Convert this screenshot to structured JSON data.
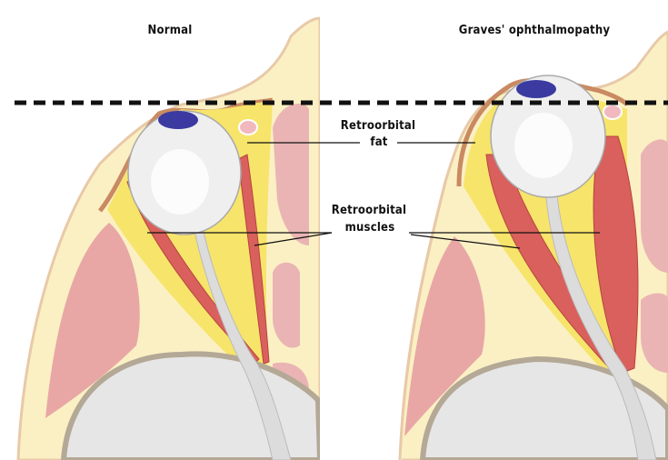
{
  "panels": {
    "left_title": "Normal",
    "right_title": "Graves' ophthalmopathy"
  },
  "labels": {
    "fat_line1": "Retroorbital",
    "fat_line2": "fat",
    "muscles_line1": "Retroorbital",
    "muscles_line2": "muscles"
  },
  "colors": {
    "skin": "#d9a07a",
    "fat": "#f7e46a",
    "bone": "#fbf0c4",
    "muscle": "#d9605c",
    "sinus": "#eab4b4",
    "brain": "#e6e6e6",
    "iris": "#3a3aa0"
  }
}
